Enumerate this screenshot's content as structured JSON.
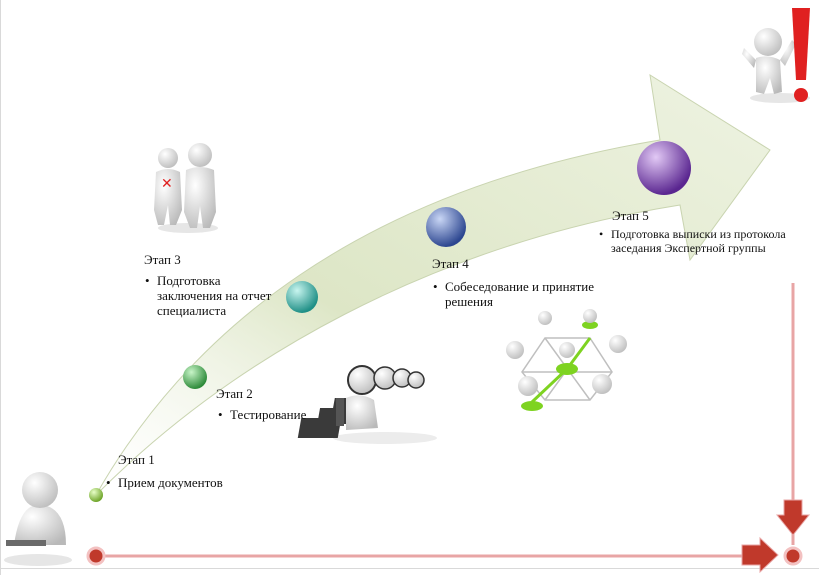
{
  "stages": [
    {
      "title": "Этап 1",
      "items": [
        "Прием документов"
      ],
      "color": "#8cc63f"
    },
    {
      "title": "Этап 2",
      "items": [
        "Тестирование"
      ],
      "color": "#4caf50"
    },
    {
      "title": "Этап 3",
      "items": [
        "Подготовка заключения на отчет специалиста"
      ],
      "color": "#39b5a8"
    },
    {
      "title": "Этап 4",
      "items": [
        "Собеседование и принятие решения"
      ],
      "color": "#3f5fa8"
    },
    {
      "title": "Этап 5",
      "items": [
        "Подготовка выписки из протокола заседания Экспертной группы"
      ],
      "color": "#7b3fa8"
    }
  ],
  "colors": {
    "arrow_fill": "#e3ead2",
    "timeline": "#c0392b",
    "timeline_light": "#e8a5a5",
    "exclamation": "#e02020"
  },
  "icons": [
    "laptop-person-icon",
    "callcenter-people-icon",
    "two-people-icon",
    "network-people-icon",
    "exclamation-person-icon"
  ]
}
